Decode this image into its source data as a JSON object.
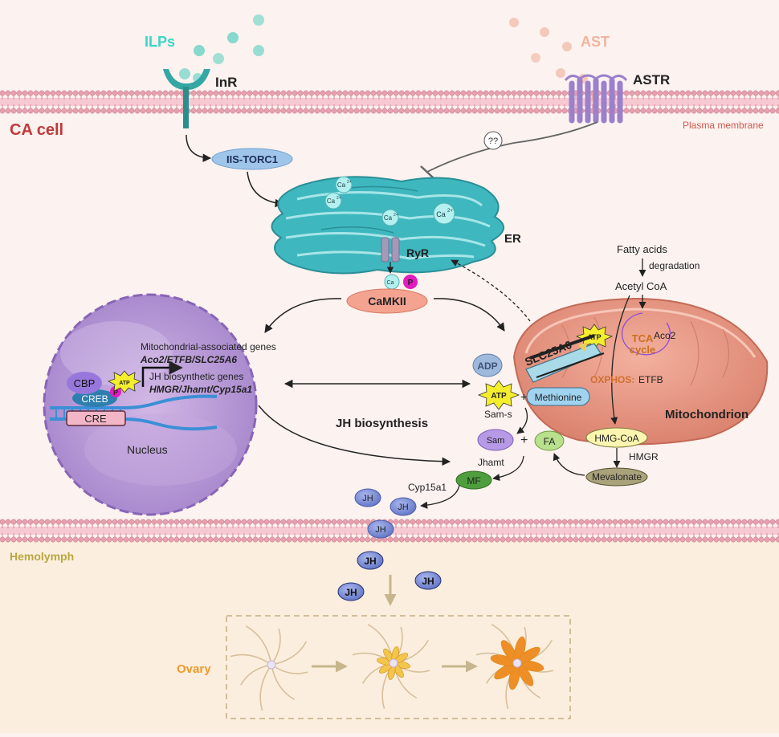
{
  "labels": {
    "ilps": "ILPs",
    "inr": "InR",
    "ast": "AST",
    "astr": "ASTR",
    "ca_cell": "CA cell",
    "plasma_membrane": "Plasma membrane",
    "unknown": "??",
    "iis_torc1": "IIS-TORC1",
    "ca2": "Ca",
    "ca2_sup": "2+",
    "er": "ER",
    "ryr": "RyR",
    "p": "P",
    "camkii": "CaMKII",
    "fatty_acids": "Fatty acids",
    "degradation": "degradation",
    "acetyl_coa": "Acetyl CoA",
    "atp": "ATP",
    "tca_line1": "TCA",
    "tca_line2": "cycle",
    "aco2": "Aco2",
    "slc25a6": "SLC25A6",
    "adp": "ADP",
    "oxphos": "OXPHOS:",
    "etfb": "ETFB",
    "methionine": "Methionine",
    "mitochondrion": "Mitochondrion",
    "sam_s": "Sam-s",
    "sam": "Sam",
    "plus": "+",
    "fa": "FA",
    "hmg_coa": "HMG-CoA",
    "hmgr": "HMGR",
    "mevalonate": "Mevalonate",
    "jhamt": "Jhamt",
    "mf": "MF",
    "cyp15a1": "Cyp15a1",
    "jh": "JH",
    "jh_biosynthesis": "JH biosynthesis",
    "mito_genes": "Mitochondrial-associated genes",
    "mito_genes_list": "Aco2/ETFB/SLC25A6",
    "jh_genes": "JH biosynthetic genes",
    "jh_genes_list": "HMGR/Jhamt/Cyp15a1",
    "cbp": "CBP",
    "creb": "CREB",
    "cre": "CRE",
    "nucleus": "Nucleus",
    "hemolymph": "Hemolymph",
    "ovary": "Ovary"
  },
  "colors": {
    "background": "#fcf2ef",
    "hemolymph_band": "#fbeede",
    "membrane": "#e9a8b4",
    "ilps": "#3dd6c6",
    "ast": "#f0b49e",
    "astr": "#a990d4",
    "er": "#4cc2c9",
    "ca_cell_label": "#c0393b",
    "nucleus": "#b79bd6",
    "mitochondrion": "#e99a85",
    "jh": "#7e8ed8",
    "ovary_label": "#f09a2a",
    "hemolymph_label": "#b9a73f"
  }
}
